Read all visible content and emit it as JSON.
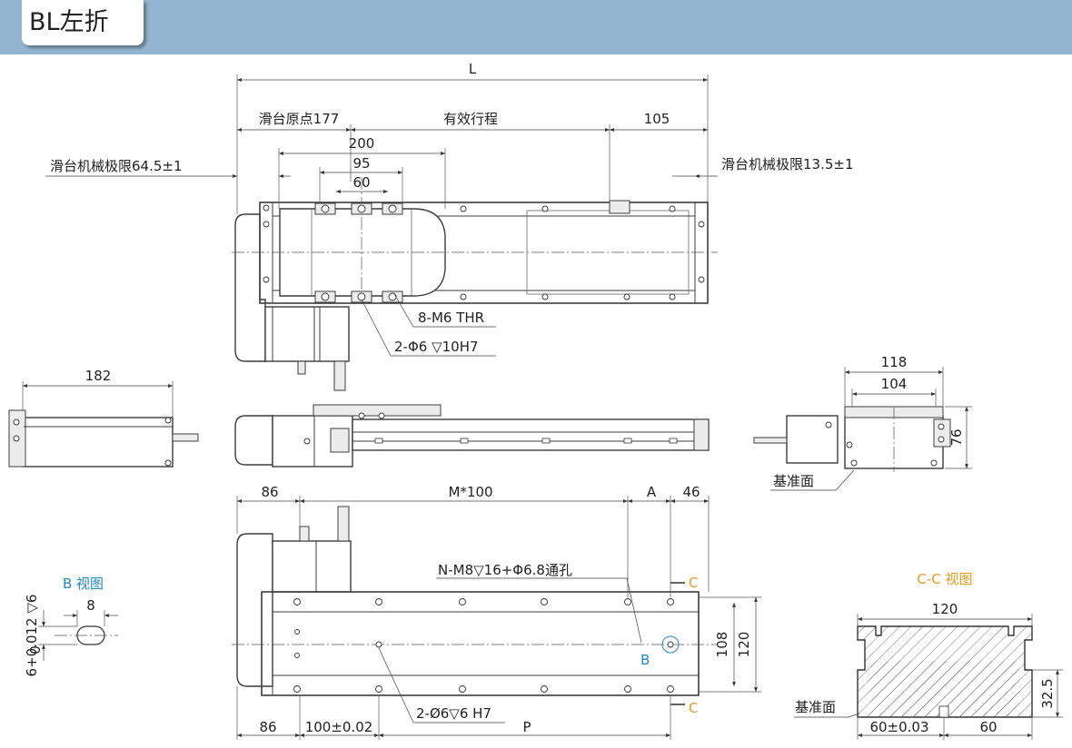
{
  "title": "BL左折",
  "top_view": {
    "dim_L": "L",
    "dim_home": "滑台原点177",
    "dim_stroke": "有效行程",
    "dim_105": "105",
    "dim_200": "200",
    "dim_95": "95",
    "dim_60": "60",
    "left_limit": "滑台机械极限64.5±1",
    "right_limit": "滑台机械极限13.5±1",
    "callout_thread": "8-M6 THR",
    "callout_pin": "2-Φ6 ▽10H7"
  },
  "end_view_left": {
    "dim_182": "182"
  },
  "end_view_right": {
    "dim_118": "118",
    "dim_104": "104",
    "dim_76": "76",
    "datum": "基准面"
  },
  "bottom_view": {
    "dim_86_top": "86",
    "dim_pitch": "M*100",
    "dim_A": "A",
    "dim_46": "46",
    "callout_holes": "N-M8▽16+Φ6.8通孔",
    "section_mark_top": "C",
    "section_mark_bottom": "C",
    "dim_108": "108",
    "dim_120": "120",
    "view_marker": "B",
    "callout_pins": "2-Ø6▽6 H7",
    "dim_86_bottom": "86",
    "dim_100": "100±0.02",
    "dim_P": "P"
  },
  "b_view": {
    "title": "B 视图",
    "dim_8": "8",
    "dim_depth": "6+0.012 ▽6",
    "dim_zero": "0"
  },
  "section_view": {
    "title": "C-C 视图",
    "dim_120": "120",
    "dim_32_5": "32.5",
    "datum": "基准面",
    "dim_60_tol": "60±0.03",
    "dim_60": "60"
  },
  "colors": {
    "header": "#93b5d1",
    "blue_label": "#1e88c8",
    "orange_label": "#e69a1a"
  }
}
